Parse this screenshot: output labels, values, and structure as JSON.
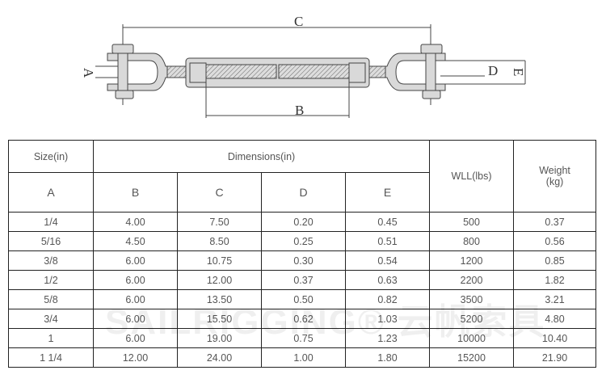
{
  "diagram": {
    "labels": {
      "a": "A",
      "b": "B",
      "c": "C",
      "d": "D",
      "e": "E"
    }
  },
  "watermark": "SAILRIGGING® 云帆索具",
  "table": {
    "headers": {
      "size": "Size(in)",
      "dimensions": "Dimensions(in)",
      "wll": "WLL(lbs)",
      "weight": "Weight\n(kg)",
      "sub": [
        "A",
        "B",
        "C",
        "D",
        "E"
      ]
    },
    "rows": [
      [
        "1/4",
        "4.00",
        "7.50",
        "0.20",
        "0.45",
        "500",
        "0.37"
      ],
      [
        "5/16",
        "4.50",
        "8.50",
        "0.25",
        "0.51",
        "800",
        "0.56"
      ],
      [
        "3/8",
        "6.00",
        "10.75",
        "0.30",
        "0.54",
        "1200",
        "0.85"
      ],
      [
        "1/2",
        "6.00",
        "12.00",
        "0.37",
        "0.63",
        "2200",
        "1.82"
      ],
      [
        "5/8",
        "6.00",
        "13.50",
        "0.50",
        "0.82",
        "3500",
        "3.21"
      ],
      [
        "3/4",
        "6.00",
        "15.50",
        "0.62",
        "1.03",
        "5200",
        "4.80"
      ],
      [
        "1",
        "6.00",
        "19.00",
        "0.75",
        "1.23",
        "10000",
        "10.40"
      ],
      [
        "1 1/4",
        "12.00",
        "24.00",
        "1.00",
        "1.80",
        "15200",
        "21.90"
      ]
    ]
  }
}
